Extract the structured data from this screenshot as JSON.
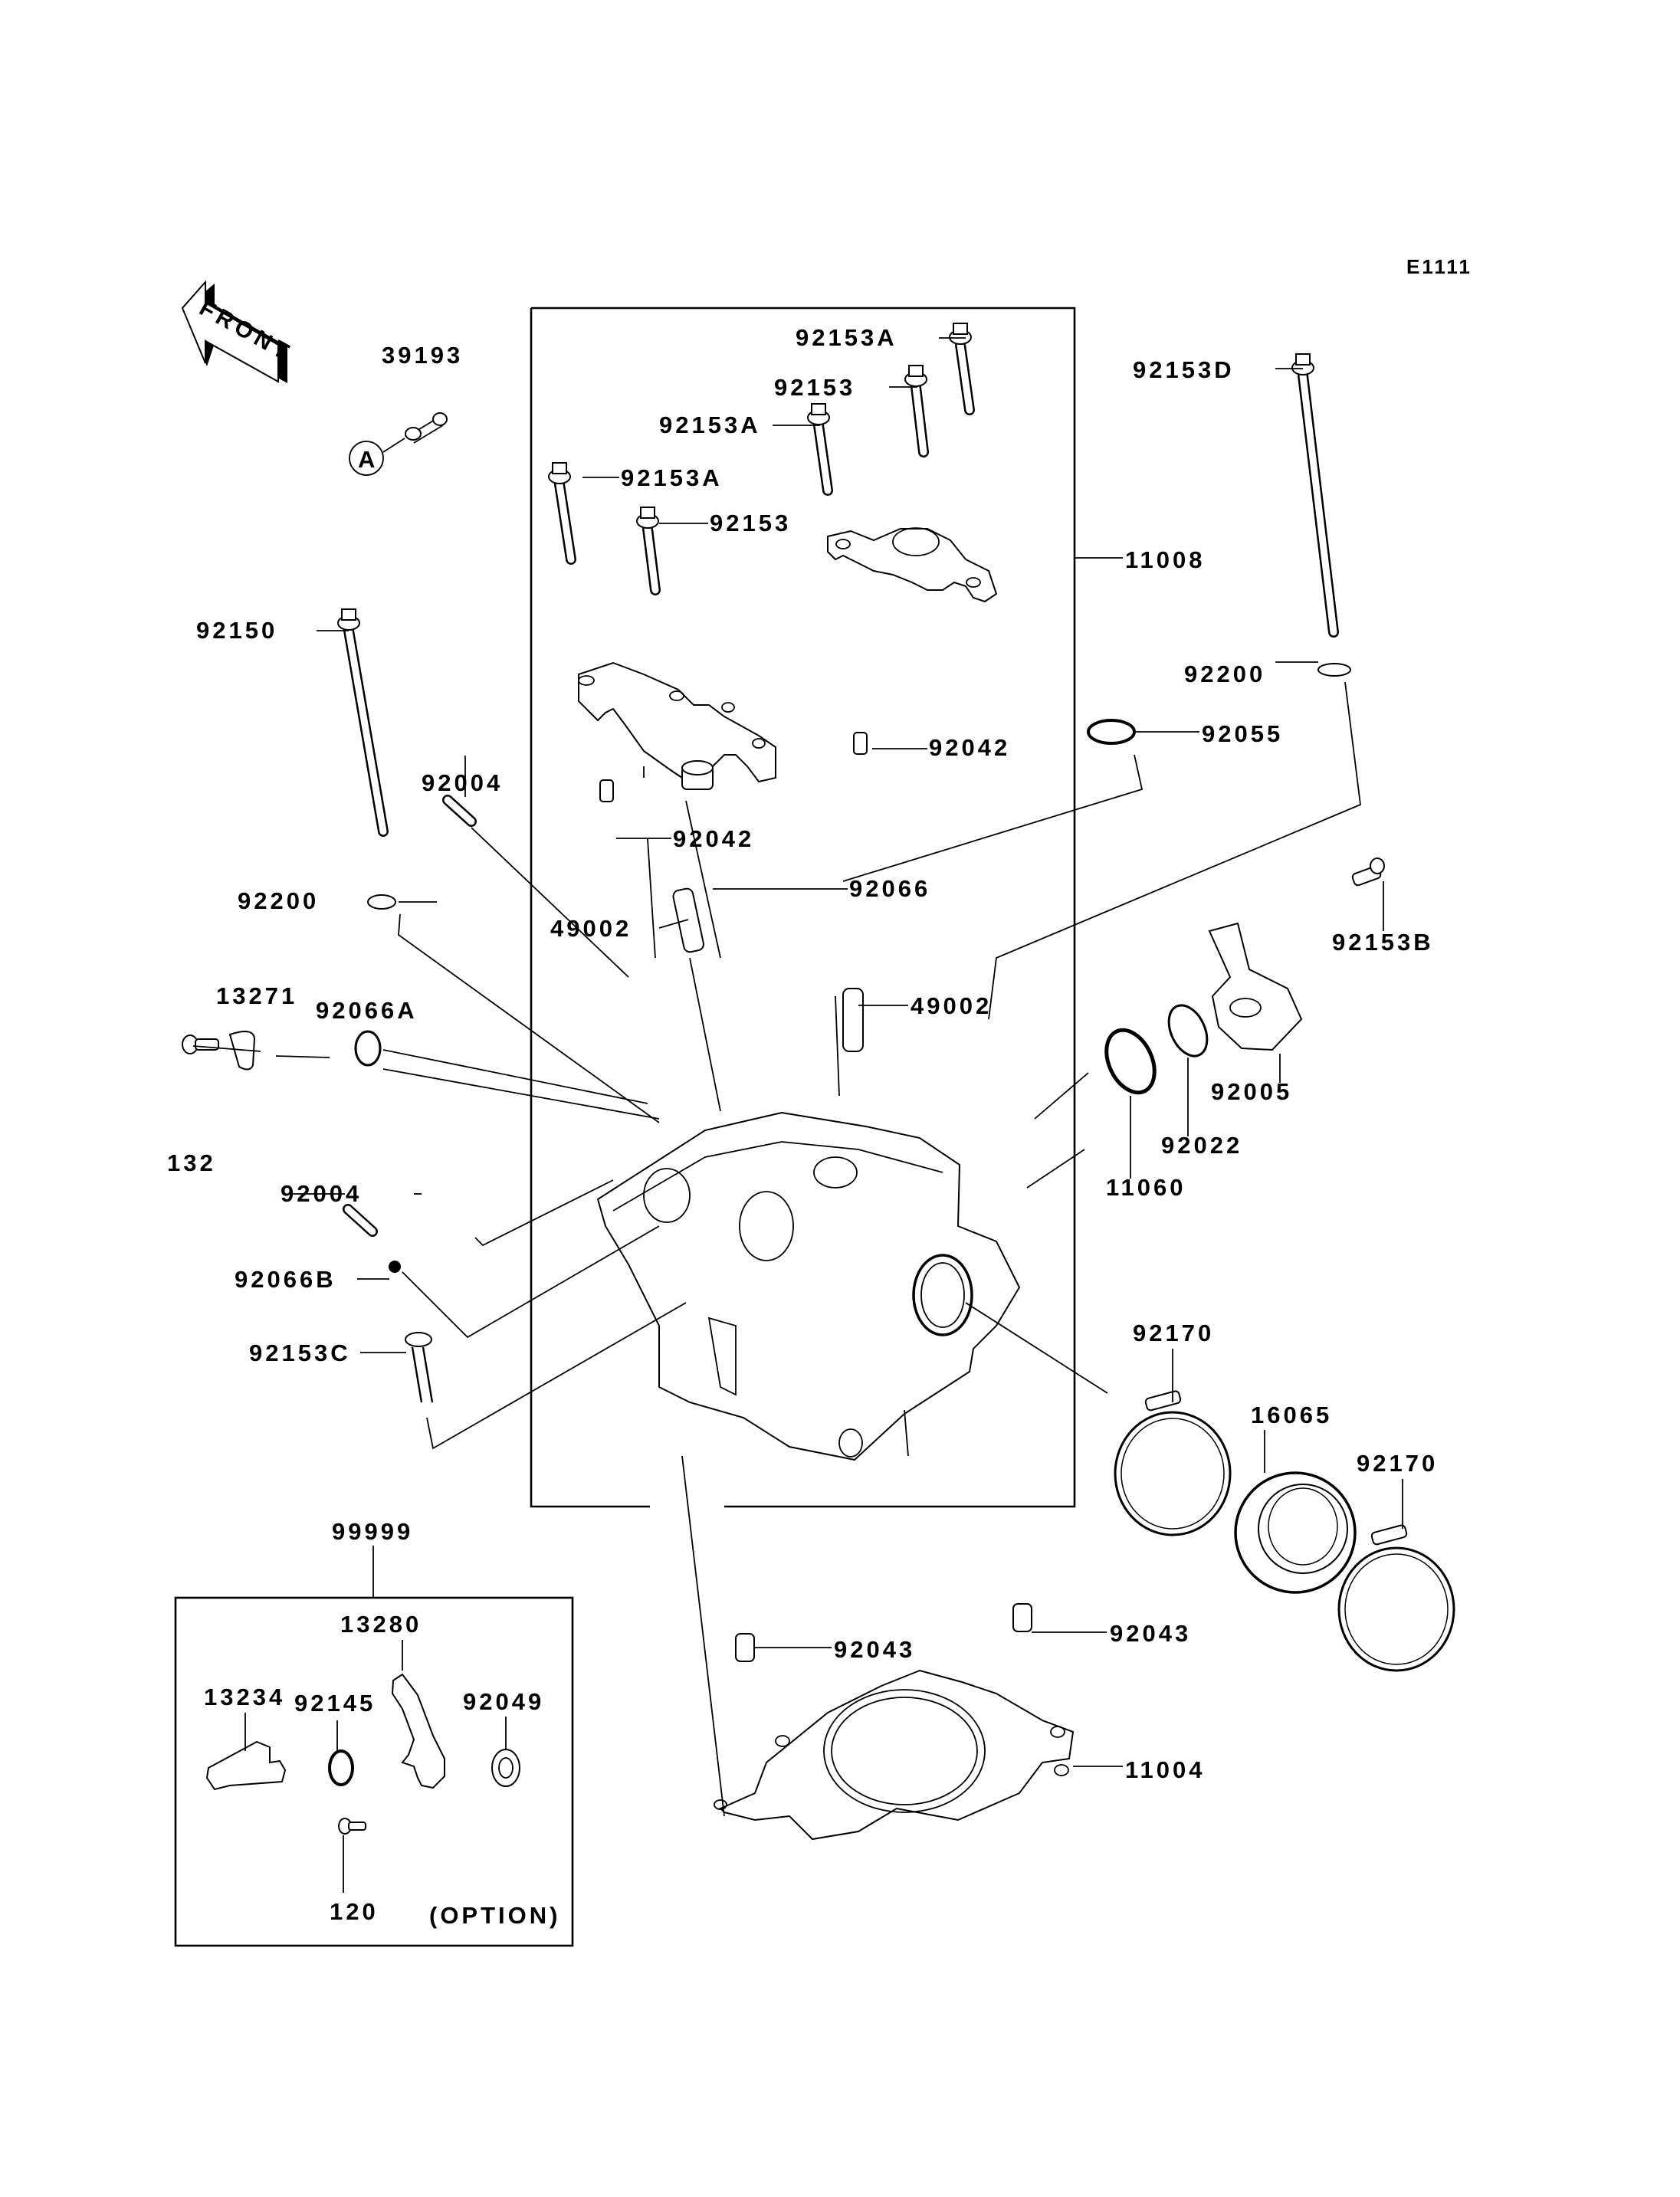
{
  "diagram": {
    "code": "E1111",
    "front_label": "FRONT",
    "reference_marker": "A",
    "option_note": "(OPTION)",
    "parts": [
      {
        "id": "p39193",
        "number": "39193"
      },
      {
        "id": "p92153A_1",
        "number": "92153A"
      },
      {
        "id": "p92153_1",
        "number": "92153"
      },
      {
        "id": "p92153A_2",
        "number": "92153A"
      },
      {
        "id": "p92153A_3",
        "number": "92153A"
      },
      {
        "id": "p92153_2",
        "number": "92153"
      },
      {
        "id": "p11008",
        "number": "11008"
      },
      {
        "id": "p92153D",
        "number": "92153D"
      },
      {
        "id": "p92150",
        "number": "92150"
      },
      {
        "id": "p92200_r",
        "number": "92200"
      },
      {
        "id": "p92042_r",
        "number": "92042"
      },
      {
        "id": "p92055",
        "number": "92055"
      },
      {
        "id": "p92004_t",
        "number": "92004"
      },
      {
        "id": "p92042_l",
        "number": "92042"
      },
      {
        "id": "p92066",
        "number": "92066"
      },
      {
        "id": "p92200_l",
        "number": "92200"
      },
      {
        "id": "p49002_l",
        "number": "49002"
      },
      {
        "id": "p92153B",
        "number": "92153B"
      },
      {
        "id": "p13271",
        "number": "13271"
      },
      {
        "id": "p92066A",
        "number": "92066A"
      },
      {
        "id": "p49002_r",
        "number": "49002"
      },
      {
        "id": "p92005",
        "number": "92005"
      },
      {
        "id": "p132",
        "number": "132"
      },
      {
        "id": "p92022",
        "number": "92022"
      },
      {
        "id": "p11060",
        "number": "11060"
      },
      {
        "id": "p92004_b",
        "number": "92004"
      },
      {
        "id": "p92066B",
        "number": "92066B"
      },
      {
        "id": "p92170_l",
        "number": "92170"
      },
      {
        "id": "p92153C",
        "number": "92153C"
      },
      {
        "id": "p16065",
        "number": "16065"
      },
      {
        "id": "p92170_r",
        "number": "92170"
      },
      {
        "id": "p99999",
        "number": "99999"
      },
      {
        "id": "p13280",
        "number": "13280"
      },
      {
        "id": "p92043_l",
        "number": "92043"
      },
      {
        "id": "p92043_r",
        "number": "92043"
      },
      {
        "id": "p13234",
        "number": "13234"
      },
      {
        "id": "p92145",
        "number": "92145"
      },
      {
        "id": "p92049",
        "number": "92049"
      },
      {
        "id": "p11004",
        "number": "11004"
      },
      {
        "id": "p120",
        "number": "120"
      }
    ]
  }
}
